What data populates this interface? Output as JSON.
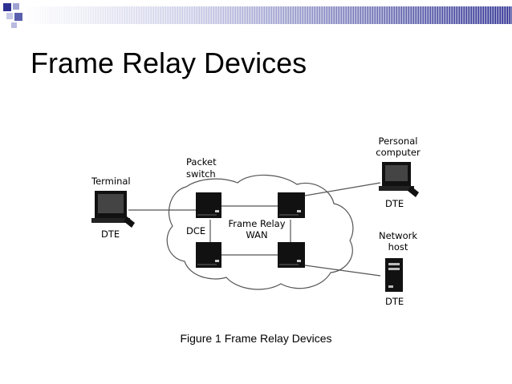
{
  "title": "Frame Relay Devices",
  "diagram": {
    "terminal": {
      "label": "Terminal",
      "role": "DTE"
    },
    "packet_switch": {
      "label_line1": "Packet",
      "label_line2": "switch",
      "role": "DCE"
    },
    "wan": {
      "line1": "Frame Relay",
      "line2": "WAN"
    },
    "personal_computer": {
      "label_line1": "Personal",
      "label_line2": "computer",
      "role": "DTE"
    },
    "network_host": {
      "label_line1": "Network",
      "label_line2": "host",
      "role": "DTE"
    }
  },
  "caption": "Figure 1 Frame Relay Devices",
  "colors": {
    "header_accent": "#2e3192",
    "header_fade": "#ffffff"
  }
}
